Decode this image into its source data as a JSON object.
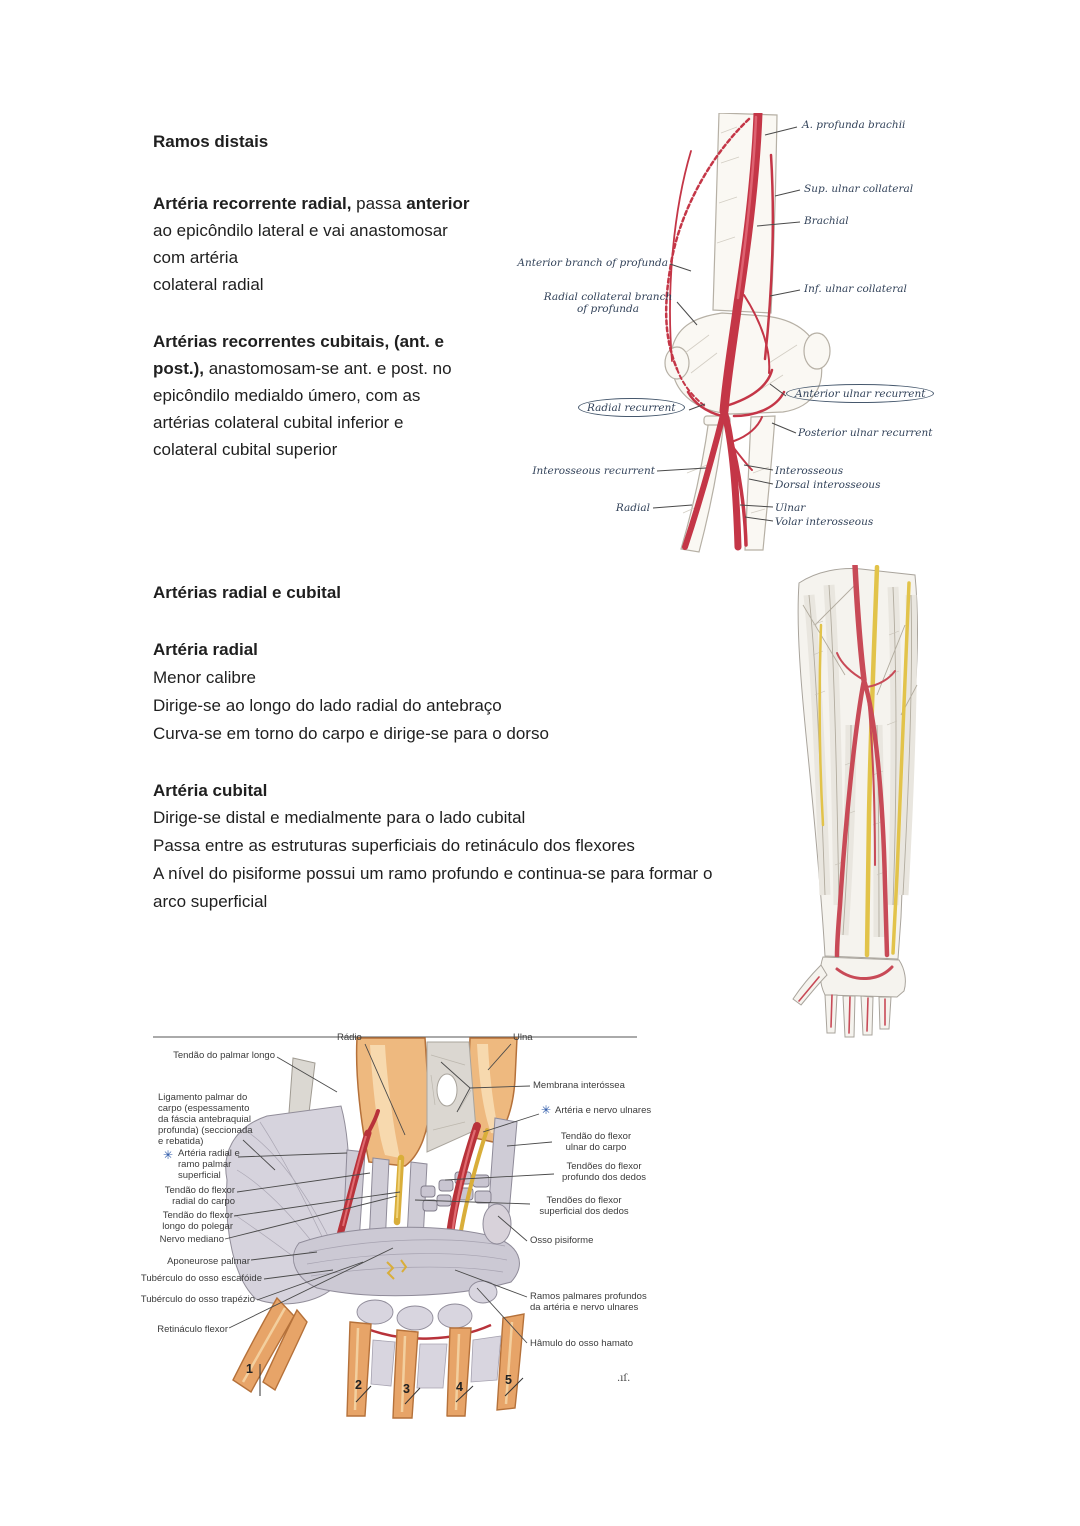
{
  "text": {
    "s1_heading": "Ramos distais",
    "p1_b1": "Artéria recorrente radial,",
    "p1_r1": " passa ",
    "p1_b2": "anterior",
    "p1_l2": "ao epicôndilo lateral e vai anastomosar",
    "p1_l3": "com artéria",
    "p1_l4": "colateral radial",
    "p2_b1": "Artérias recorrentes cubitais, (ant. e",
    "p2_b2": "post.),",
    "p2_r2": " anastomosam-se ant. e post. no",
    "p2_l3": "epicôndilo medialdo úmero, com as",
    "p2_l4": "artérias colateral cubital inferior e",
    "p2_l5": "colateral cubital superior",
    "s2_heading": "Artérias radial e cubital",
    "s2a_heading": "Artéria radial",
    "s2a_l1": "Menor calibre",
    "s2a_l2": "Dirige-se ao longo do lado radial do antebraço",
    "s2a_l3": "Curva-se em torno do carpo e dirige-se para o dorso",
    "s2b_heading": "Artéria cubital",
    "s2b_l1": "Dirige-se distal e medialmente para o lado cubital",
    "s2b_l2": "Passa entre as estruturas superficiais do retináculo dos flexores",
    "s2b_l3": "A nível do pisiforme possui um ramo profundo e continua-se para formar o",
    "s2b_l4": "arco superficial"
  },
  "figure_elbow": {
    "labels": {
      "a_profunda_brachii": "A. profunda brachii",
      "sup_ulnar_collateral": "Sup. ulnar collateral",
      "brachial": "Brachial",
      "anterior_branch_profunda": "Anterior branch of profunda",
      "radial_collateral_branch": "Radial collateral branch of profunda",
      "inf_ulnar_collateral": "Inf. ulnar collateral",
      "anterior_ulnar_recurrent": "Anterior ulnar recurrent",
      "radial_recurrent": "Radial recurrent",
      "posterior_ulnar_recurrent": "Posterior ulnar recurrent",
      "interosseous_recurrent": "Interosseous recurrent",
      "interosseous": "Interosseous",
      "dorsal_interosseous": "Dorsal interosseous",
      "radial": "Radial",
      "ulnar": "Ulnar",
      "volar_interosseous": "Volar interosseous"
    }
  },
  "figure_wrist": {
    "labels": {
      "tendao_palmar_longo": "Tendão do palmar longo",
      "ligamento_palmar": "Ligamento palmar do carpo (espessamento da fáscia antebraquial profunda) (seccionada e rebatida)",
      "arteria_radial_ramo": "Artéria radial e ramo palmar superficial",
      "tendao_flexor_radial": "Tendão do flexor radial do carpo",
      "tendao_flexor_polegar": "Tendão do flexor longo do polegar",
      "nervo_mediano": "Nervo mediano",
      "aponeurose_palmar": "Aponeurose palmar",
      "tuberculo_escafoide": "Tubérculo do osso escafóide",
      "tuberculo_trapezio": "Tubérculo do osso trapézio",
      "retinaculo_flexor": "Retináculo flexor",
      "radio": "Rádio",
      "ulna": "Ulna",
      "membrana_interossea": "Membrana interóssea",
      "arteria_nervo_ulnares": "Artéria e nervo ulnares",
      "tendao_flexor_ulnar": "Tendão do flexor ulnar do carpo",
      "tendoes_flexor_profundo": "Tendões do flexor profundo dos dedos",
      "tendoes_flexor_superficial": "Tendões do flexor superficial dos dedos",
      "osso_pisiforme": "Osso pisiforme",
      "ramos_palmares": "Ramos palmares profundos da artéria e nervo ulnares",
      "hamulo_hamato": "Hâmulo do osso hamato"
    },
    "numbers": {
      "n1": "1",
      "n2": "2",
      "n3": "3",
      "n4": "4",
      "n5": "5"
    },
    "signature": ".ıſ.",
    "star_icon": "✳"
  },
  "colors": {
    "artery_red": "#c43647",
    "nerve_yellow": "#e2c34a",
    "bone_tan": "#e7a468",
    "tendon_gray": "#cfccd6",
    "engraving_ink": "#33435a",
    "label_ink": "#3b3b3b",
    "star_blue": "#2a57a8"
  }
}
